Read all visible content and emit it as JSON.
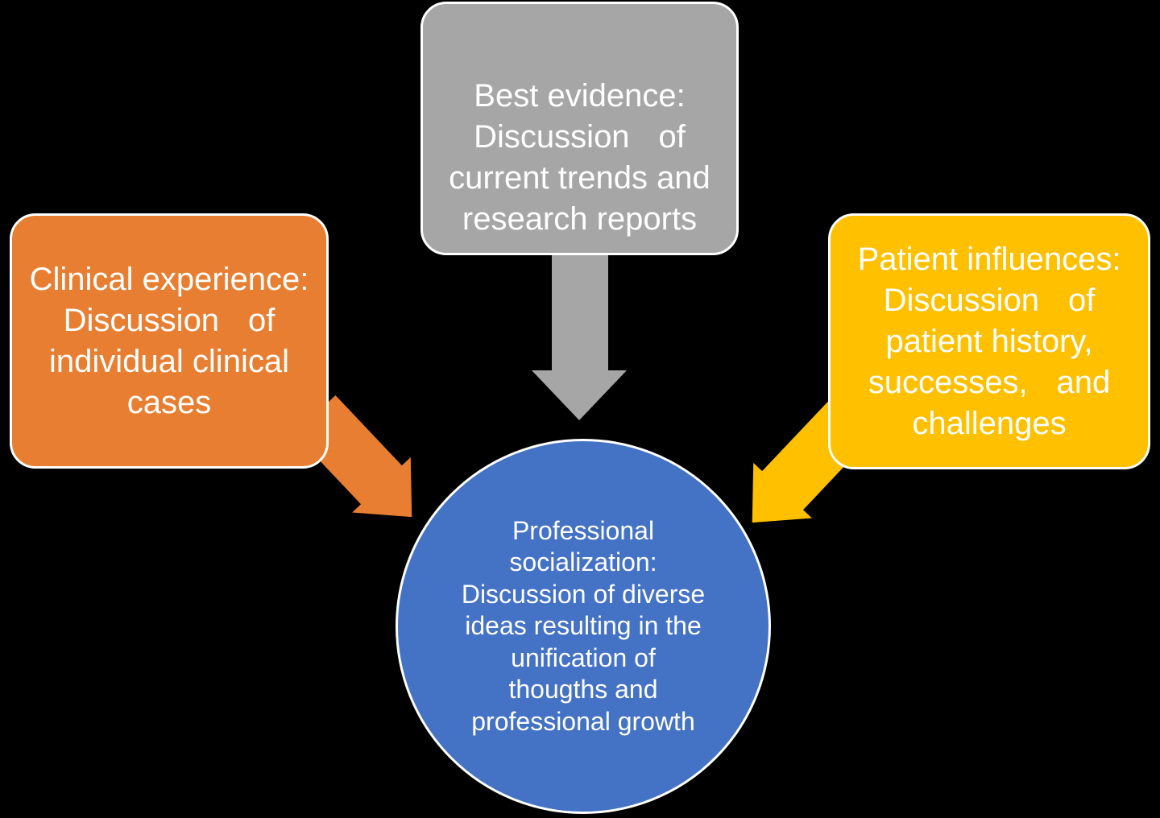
{
  "colors": {
    "orange": "#E87E31",
    "gray": "#A6A6A6",
    "gold": "#FFC000",
    "blue": "#4472C4",
    "text": "#FFFFFF",
    "background": "#000000"
  },
  "boxes": {
    "clinical_experience": {
      "lines": [
        "Clinical experience:",
        "Discussion of",
        "individual clinical",
        "cases"
      ]
    },
    "best_evidence": {
      "lines": [
        "Best evidence:",
        "Discussion of",
        "current trends and",
        "research reports"
      ]
    },
    "patient_influences": {
      "lines": [
        "Patient influences:",
        "Discussion of",
        "patient history,",
        "successes, and",
        "challenges"
      ]
    }
  },
  "center_circle": {
    "lines": [
      "Professional",
      "socialization:",
      "Discussion of diverse",
      "ideas resulting in the",
      "unification of",
      "thougths and",
      "professional growth"
    ]
  },
  "arrows": {
    "from_best_evidence": "arrow-down",
    "from_clinical_experience": "arrow-down-right",
    "from_patient_influences": "arrow-down-left"
  }
}
